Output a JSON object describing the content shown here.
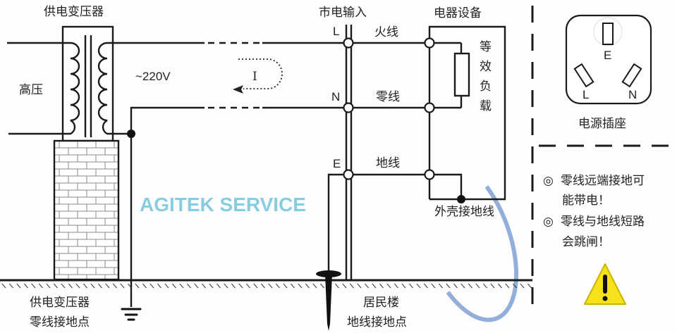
{
  "labels": {
    "transformer_title": "供电变压器",
    "high_voltage": "高压",
    "voltage": "~220V",
    "current": "I",
    "mains_input": "市电输入",
    "L": "L",
    "N": "N",
    "E": "E",
    "live_wire": "火线",
    "neutral_wire": "零线",
    "ground_wire": "地线",
    "appliance": "电器设备",
    "equivalent_load": [
      "等",
      "效",
      "负",
      "载"
    ],
    "case_ground": "外壳接地线",
    "transformer_ground_1": "供电变压器",
    "transformer_ground_2": "零线接地点",
    "building_ground_1": "居民楼",
    "building_ground_2": "地线接地点"
  },
  "socket": {
    "E": "E",
    "L": "L",
    "N": "N",
    "caption": "电源插座"
  },
  "notes": [
    {
      "bullet": "◎",
      "line1": "零线远端接地可",
      "line2": "能带电！"
    },
    {
      "bullet": "◎",
      "line1": "零线与地线短路",
      "line2": "会跳闸！"
    }
  ],
  "watermark": "AGITEK SERVICE",
  "colors": {
    "line": "#1a1a1a",
    "warning": "#f5e21b",
    "watermark": "#2aa6c8"
  }
}
